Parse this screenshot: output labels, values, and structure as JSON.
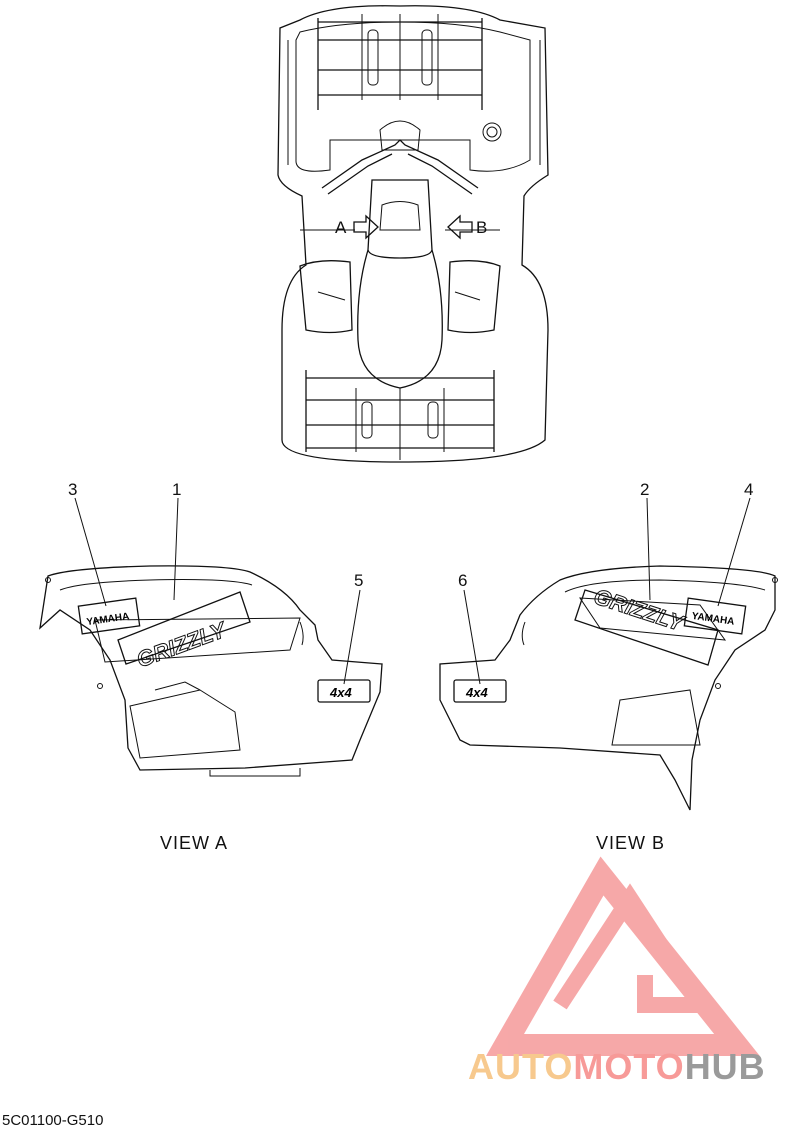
{
  "diagram": {
    "arrow_labels": {
      "a": "A",
      "b": "B"
    },
    "callouts": [
      "1",
      "2",
      "3",
      "4",
      "5",
      "6"
    ],
    "decal_text": {
      "brand": "YAMAHA",
      "model": "GRIZZLY",
      "badge": "4x4"
    },
    "views": {
      "left": "VIEW A",
      "right": "VIEW B"
    },
    "part_code": "5C01100-G510"
  },
  "watermark": {
    "part1": "AUTO",
    "part2": "MOTO",
    "part3": "HUB",
    "colors": {
      "auto": "#f7c98e",
      "moto": "#f79a98",
      "hub": "#9a9a9a",
      "logo": "#f48b8b"
    }
  }
}
